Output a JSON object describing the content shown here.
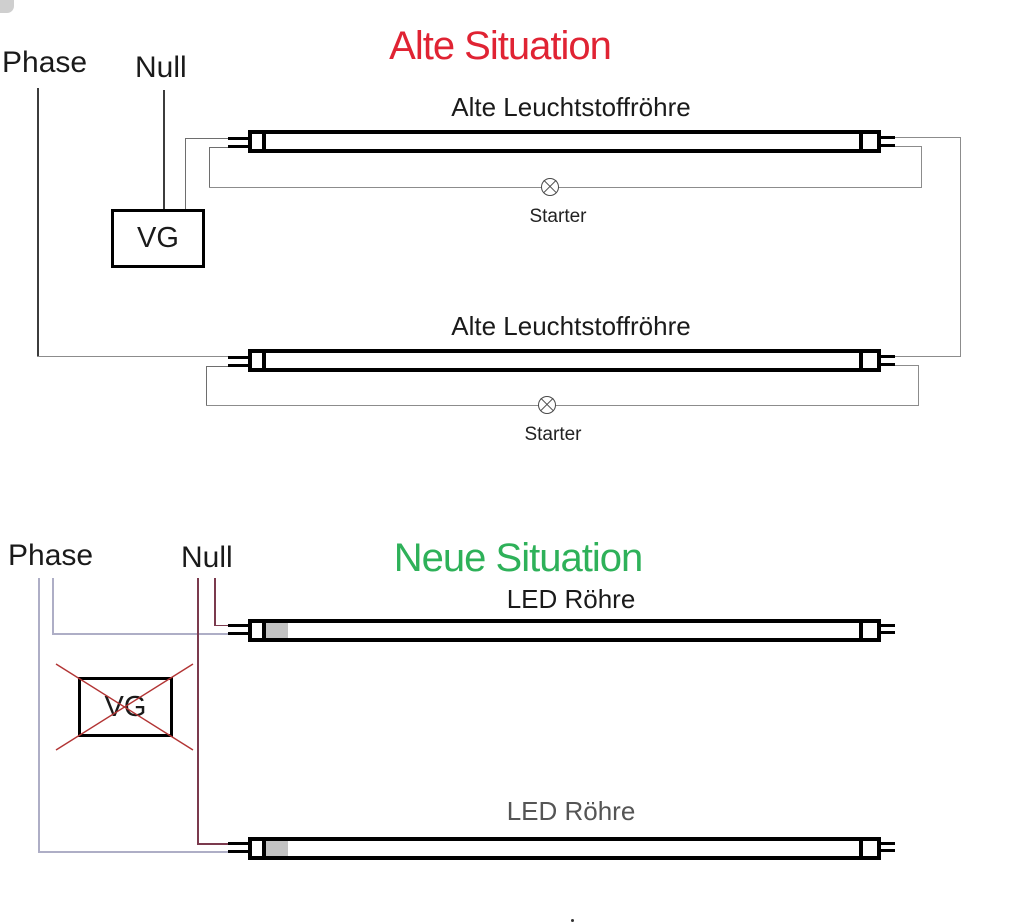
{
  "colors": {
    "title_old": "#e02333",
    "title_new": "#2eb159",
    "wire_dark": "#3c3c3c",
    "wire_mid": "#6e6e6e",
    "wire_loop": "#8c8c8c",
    "wire_phase_new": "#aeaec6",
    "wire_null_new": "#7b3a4e",
    "cross_red": "#b23434",
    "led_driver": "#c3c3c3",
    "label_gray": "#555555"
  },
  "old_section": {
    "title": "Alte Situation",
    "phase_label": "Phase",
    "null_label": "Null",
    "ballast_label": "VG",
    "tube1": {
      "label": "Alte Leuchtstoffröhre",
      "starter_label": "Starter"
    },
    "tube2": {
      "label": "Alte Leuchtstoffröhre",
      "starter_label": "Starter"
    }
  },
  "new_section": {
    "title": "Neue Situation",
    "phase_label": "Phase",
    "null_label": "Null",
    "ballast_label": "VG",
    "tube1": {
      "label": "LED Röhre"
    },
    "tube2": {
      "label": "LED Röhre"
    }
  }
}
